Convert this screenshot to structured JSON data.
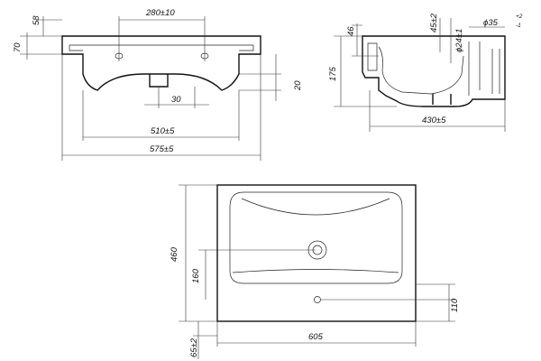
{
  "front_view": {
    "width_top": "280±10",
    "height_rim": "70",
    "height_top": "58",
    "drain_offset": "30",
    "depth_right": "20",
    "inner_width": "510±5",
    "overall_width": "575±5"
  },
  "side_view": {
    "dim_46": "46",
    "dim_45": "45±2",
    "dim_24": "ϕ24±1",
    "dim_35": "ϕ35",
    "dim_35_sup": "+2",
    "dim_35_sub": "-1",
    "height_175": "175",
    "width_430": "430±5"
  },
  "top_view": {
    "depth_460": "460",
    "dim_160": "160",
    "dim_110": "110",
    "dim_65": "65±2",
    "width_605": "605"
  }
}
